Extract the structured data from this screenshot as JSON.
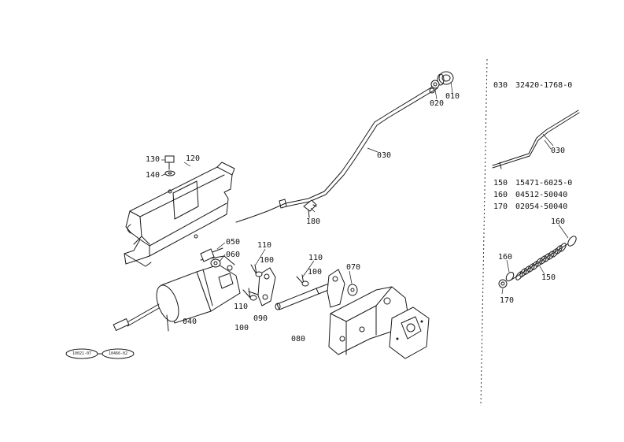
{
  "diagram": {
    "part_labels": {
      "p010": "010",
      "p020": "020",
      "p030": "030",
      "p030b": "030",
      "p040": "040",
      "p050": "050",
      "p060": "060",
      "p070": "070",
      "p080": "080",
      "p090": "090",
      "p100a": "100",
      "p100b": "100",
      "p100c": "100",
      "p110a": "110",
      "p110b": "110",
      "p110c": "110",
      "p120": "120",
      "p130": "130",
      "p140": "140",
      "p150": "150",
      "p160a": "160",
      "p160b": "160",
      "p170": "170",
      "p180": "180"
    },
    "replacement_notes": [
      {
        "code": "030",
        "part_no": "32420-1768-0"
      },
      {
        "code": "150",
        "part_no": "15471-6025-0"
      },
      {
        "code": "160",
        "part_no": "04512-50040"
      },
      {
        "code": "170",
        "part_no": "02054-50040"
      }
    ],
    "serial_refs": {
      "from": "10021-07",
      "to": "10466-02"
    }
  }
}
